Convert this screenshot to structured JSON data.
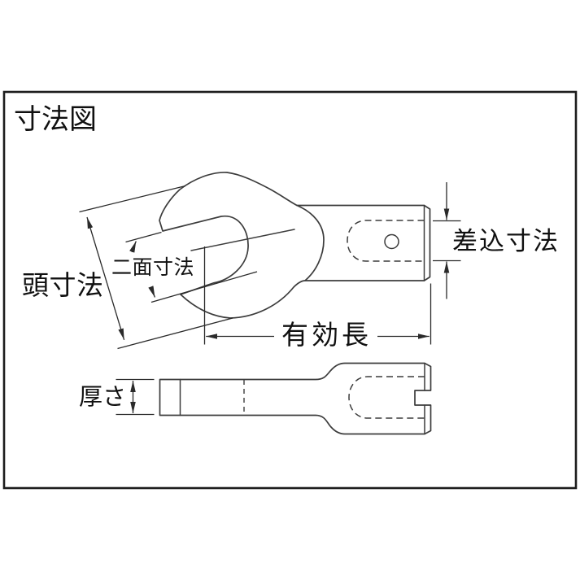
{
  "page": {
    "background": "#ffffff",
    "frame_color": "#1c1c1c",
    "drawing_line_color": "#3c3c3c",
    "dimension_line_color": "#2a2a2a",
    "text_color": "#101010"
  },
  "title": "寸法図",
  "labels": {
    "head_dimension": "頭寸法",
    "across_flats": "二面寸法",
    "insertion_dimension": "差込寸法",
    "effective_length": "有効長",
    "thickness": "厚さ"
  }
}
